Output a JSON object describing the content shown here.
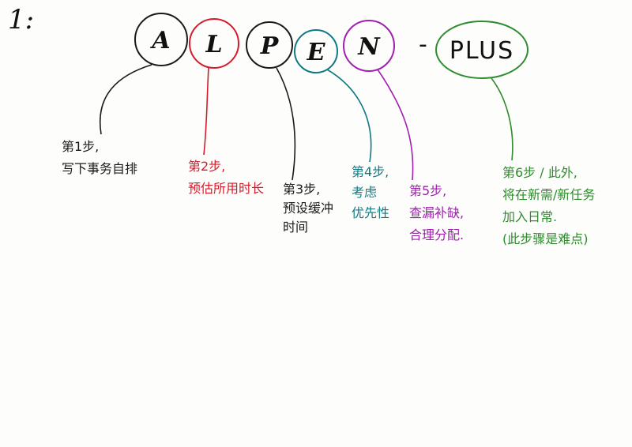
{
  "heading": "1:",
  "dash": "-",
  "bubbles": [
    {
      "letter": "A",
      "color": "#1a1a1a",
      "icon": "letter-a-circle"
    },
    {
      "letter": "L",
      "color": "#d41c2c",
      "icon": "letter-l-circle"
    },
    {
      "letter": "P",
      "color": "#1a1a1a",
      "icon": "letter-p-circle"
    },
    {
      "letter": "E",
      "color": "#0f7a86",
      "icon": "letter-e-circle"
    },
    {
      "letter": "N",
      "color": "#a020b0",
      "icon": "letter-n-circle"
    },
    {
      "letter": "PLUS",
      "color": "#2e8b2e",
      "icon": "plus-ellipse"
    }
  ],
  "notes": {
    "step1": {
      "title": "第1步,",
      "lines": [
        "写下事务自排"
      ]
    },
    "step2": {
      "title": "第2步,",
      "lines": [
        "预估所用时长"
      ]
    },
    "step3": {
      "title": "第3步,",
      "lines": [
        "预设缓冲",
        "时间"
      ]
    },
    "step4": {
      "title": "第4步,",
      "lines": [
        "考虑",
        "优先性"
      ]
    },
    "step5": {
      "title": "第5步,",
      "lines": [
        "查漏补缺,",
        "合理分配."
      ]
    },
    "step6": {
      "title": "第6步 / 此外,",
      "lines": [
        "将在新需/新任务",
        "加入日常.",
        "(此步骤是难点)"
      ]
    }
  }
}
